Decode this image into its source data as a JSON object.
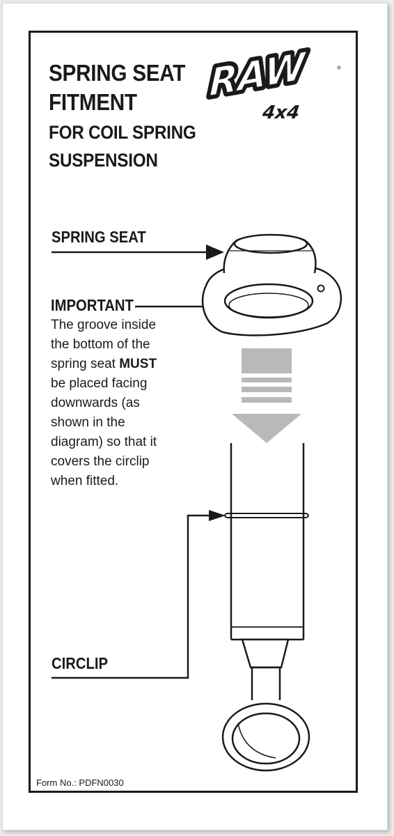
{
  "heading": {
    "line1": "SPRING SEAT",
    "line2": "FITMENT",
    "line3": "FOR COIL SPRING",
    "line4": "SUSPENSION"
  },
  "logo": {
    "brand": "RAW",
    "sub": "4x4",
    "mark": "®"
  },
  "labels": {
    "spring_seat": "SPRING SEAT",
    "important": "IMPORTANT",
    "circlip": "CIRCLIP"
  },
  "important_text": {
    "line1": "The groove inside",
    "line2": "the bottom of the",
    "line3_pre": "spring seat ",
    "line3_bold": "MUST",
    "line4": "be placed facing",
    "line5": "downwards (as",
    "line6": "shown in the",
    "line7": "diagram) so that it",
    "line8": "covers the circlip",
    "line9": "when fitted."
  },
  "footer": {
    "form_number": "Form No.: PDFN0030"
  },
  "colors": {
    "ink": "#1a1a1a",
    "arrow_grey": "#b9b9b9",
    "page": "#ffffff",
    "background": "#ececec"
  }
}
